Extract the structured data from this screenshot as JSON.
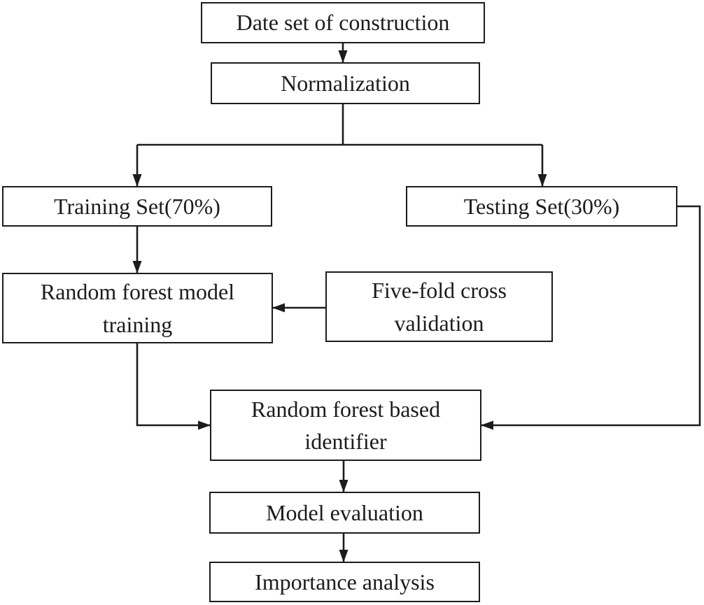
{
  "figure": {
    "type": "flowchart",
    "background_color": "#ffffff",
    "line_color": "#1c1c1c",
    "box_fill_color": "#ffffff",
    "box_border_color": "#1c1c1c"
  },
  "nodes": {
    "dataset": {
      "label": "Date set of construction"
    },
    "normalization": {
      "label": "Normalization"
    },
    "training": {
      "label": "Training Set(70%)"
    },
    "testing": {
      "label": "Testing Set(30%)"
    },
    "rf_training": {
      "label": "Random forest model\ntraining"
    },
    "five_fold": {
      "label": "Five-fold cross\nvalidation"
    },
    "identifier": {
      "label": "Random forest based\nidentifier"
    },
    "evaluation": {
      "label": "Model evaluation"
    },
    "importance": {
      "label": "Importance analysis"
    }
  },
  "edges": [
    {
      "from": "dataset",
      "to": "normalization"
    },
    {
      "from": "normalization",
      "to": "training"
    },
    {
      "from": "normalization",
      "to": "testing"
    },
    {
      "from": "training",
      "to": "rf_training"
    },
    {
      "from": "five_fold",
      "to": "rf_training"
    },
    {
      "from": "rf_training",
      "to": "identifier"
    },
    {
      "from": "testing",
      "to": "identifier"
    },
    {
      "from": "identifier",
      "to": "evaluation"
    },
    {
      "from": "evaluation",
      "to": "importance"
    }
  ]
}
